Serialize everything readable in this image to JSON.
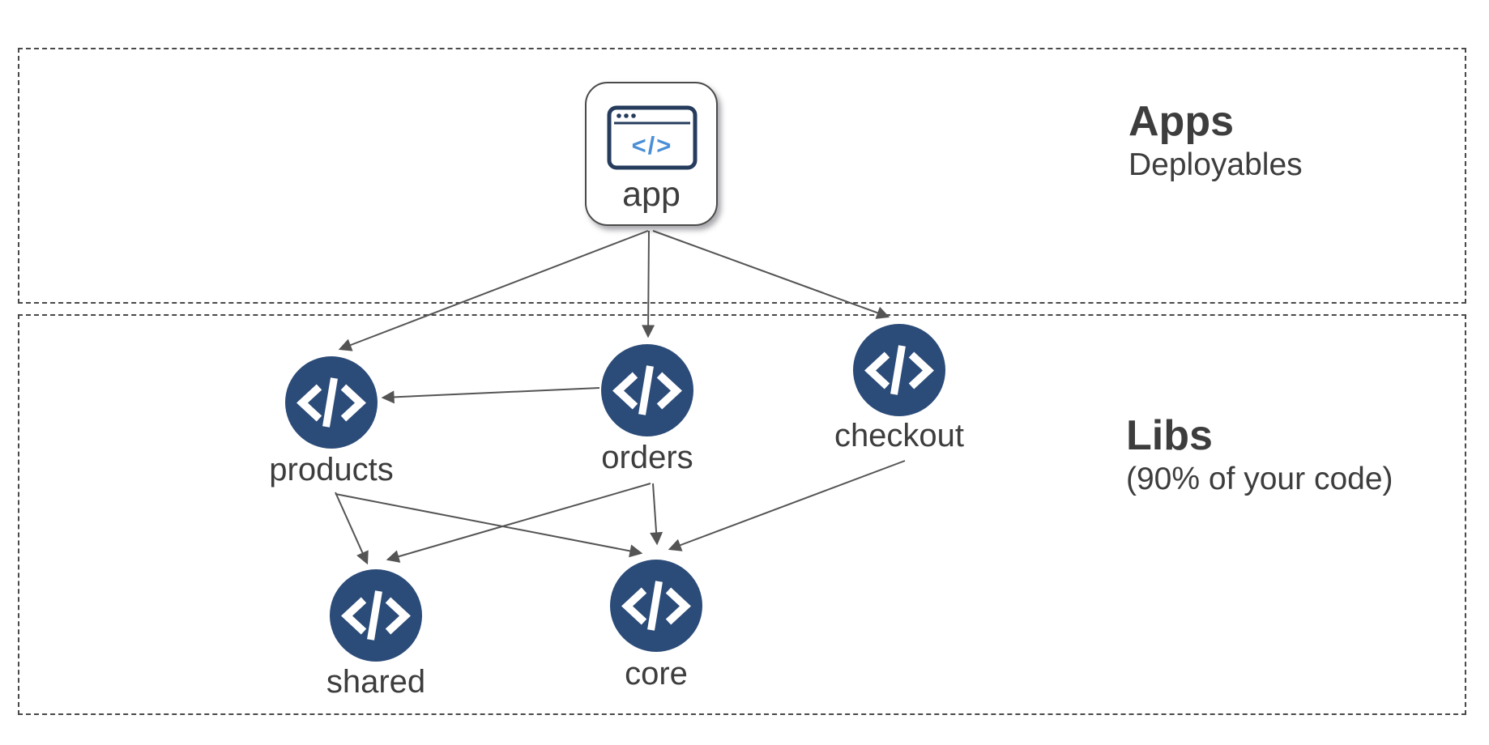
{
  "zones": {
    "apps": {
      "title": "Apps",
      "subtitle": "Deployables"
    },
    "libs": {
      "title": "Libs",
      "subtitle": "(90% of your code)"
    }
  },
  "diagram": {
    "nodes": [
      {
        "id": "app",
        "label": "app",
        "kind": "application",
        "icon": "browser-window-icon"
      },
      {
        "id": "products",
        "label": "products",
        "kind": "library",
        "icon": "code-icon"
      },
      {
        "id": "orders",
        "label": "orders",
        "kind": "library",
        "icon": "code-icon"
      },
      {
        "id": "checkout",
        "label": "checkout",
        "kind": "library",
        "icon": "code-icon"
      },
      {
        "id": "shared",
        "label": "shared",
        "kind": "library",
        "icon": "code-icon"
      },
      {
        "id": "core",
        "label": "core",
        "kind": "library",
        "icon": "code-icon"
      }
    ],
    "edges": [
      {
        "from": "app",
        "to": "products"
      },
      {
        "from": "app",
        "to": "orders"
      },
      {
        "from": "app",
        "to": "checkout"
      },
      {
        "from": "orders",
        "to": "products"
      },
      {
        "from": "products",
        "to": "shared"
      },
      {
        "from": "products",
        "to": "core"
      },
      {
        "from": "orders",
        "to": "shared"
      },
      {
        "from": "orders",
        "to": "core"
      },
      {
        "from": "checkout",
        "to": "core"
      }
    ],
    "app_icon_glyph": "</>"
  },
  "colors": {
    "lib_circle": "#2b4b78",
    "arrow": "#545454",
    "dashed_border": "#494949",
    "text": "#3d3d3d",
    "code_glyph_blue": "#4a8fd6",
    "browser_frame": "#263c5d"
  }
}
